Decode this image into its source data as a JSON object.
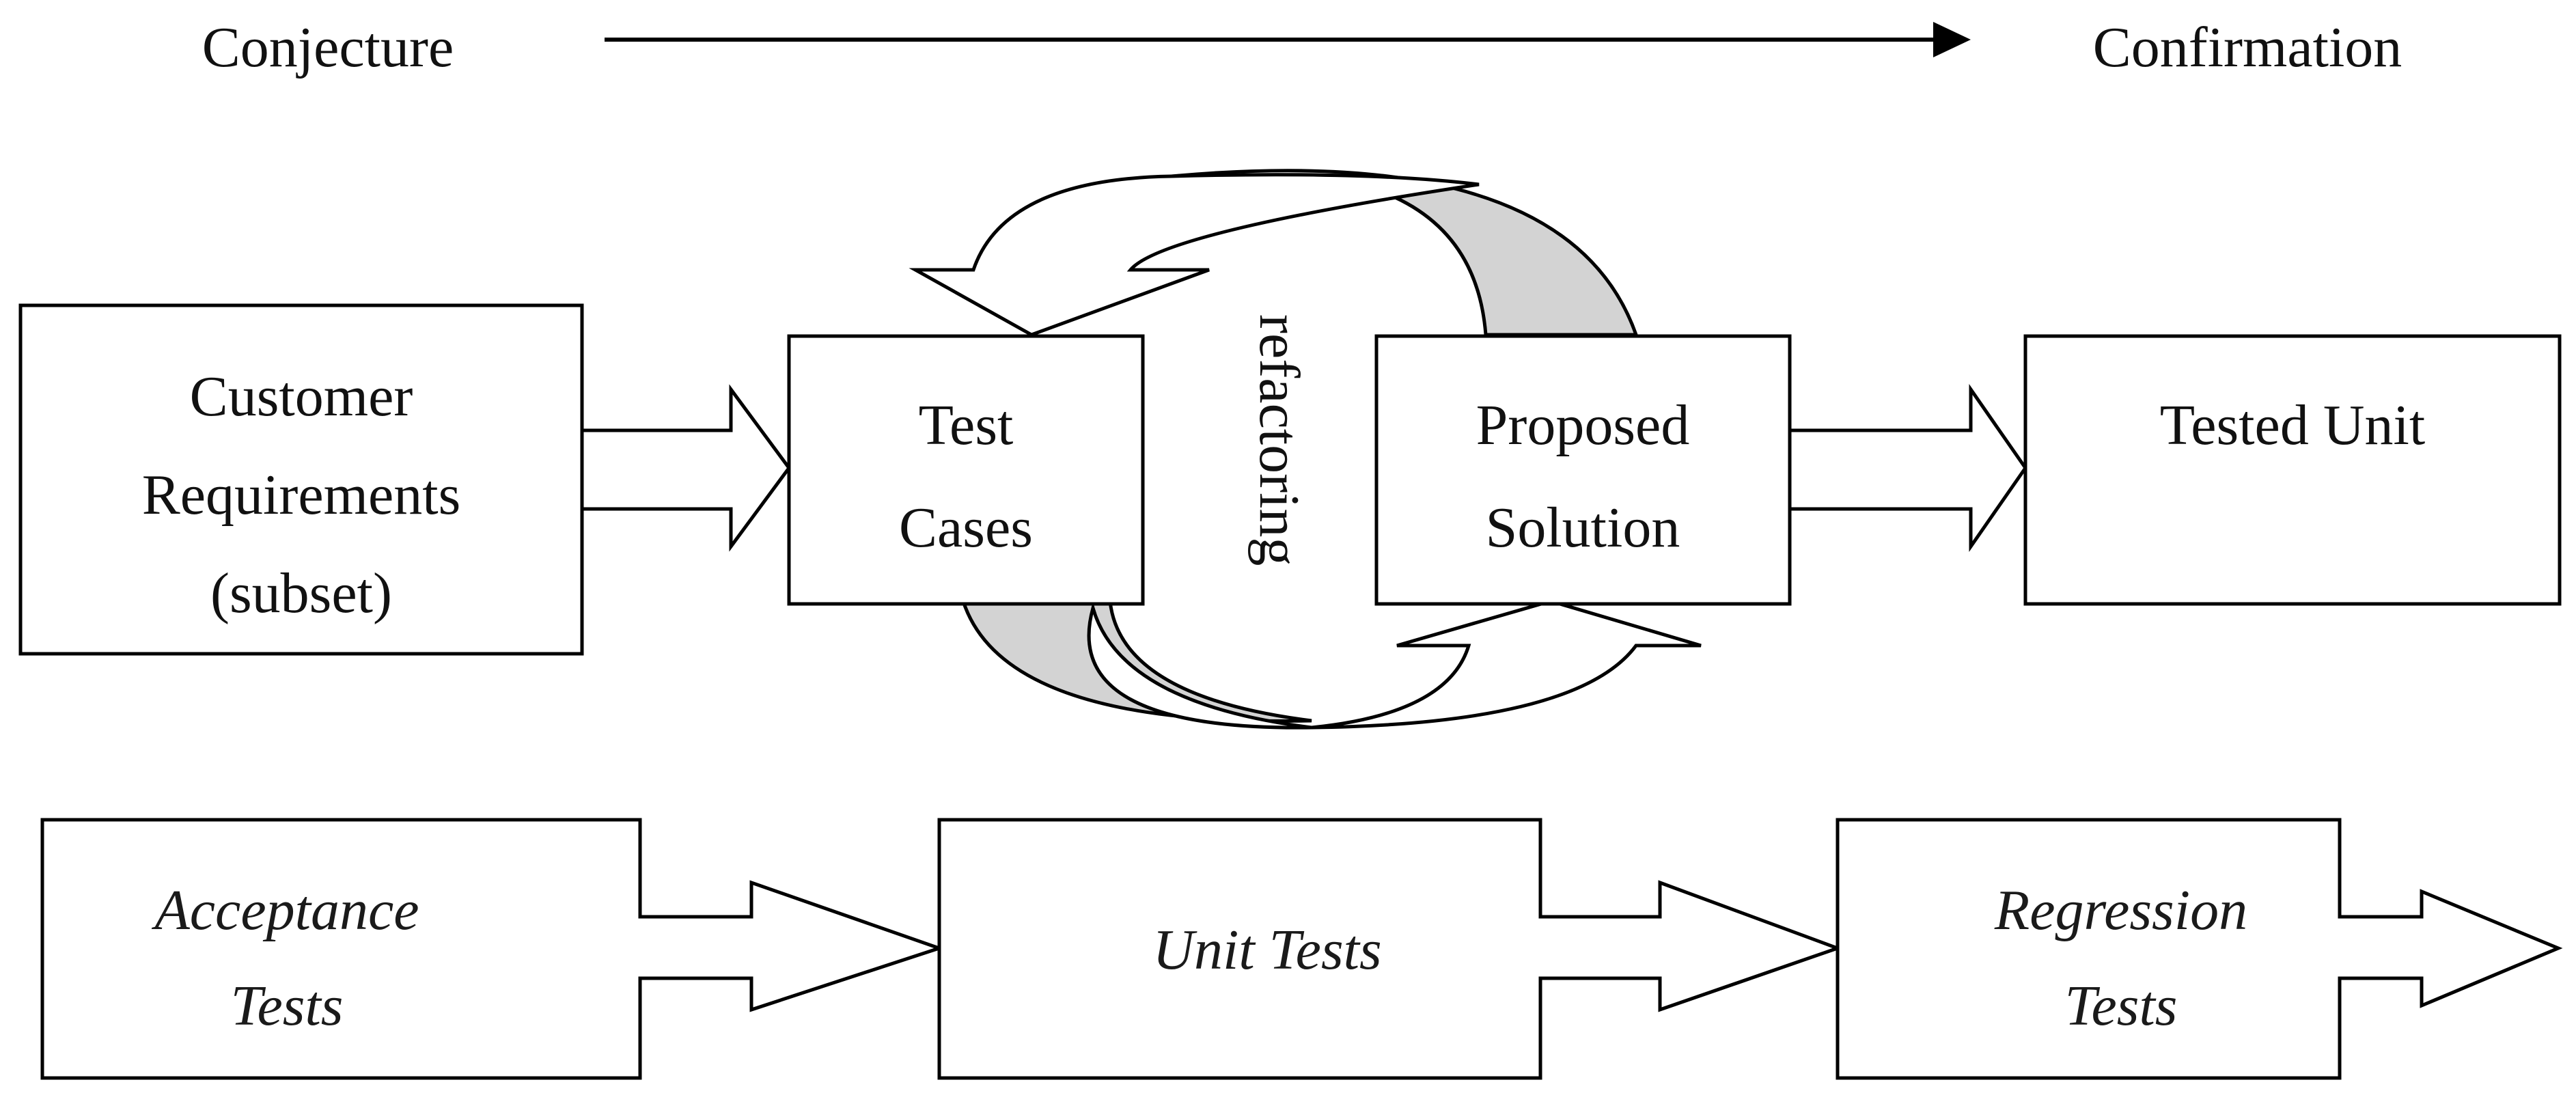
{
  "colors": {
    "stroke": "#000000",
    "fill": "#ffffff",
    "shade": "#d3d3d3",
    "text": "#111111"
  },
  "timeline": {
    "start_label": "Conjecture",
    "end_label": "Confirmation"
  },
  "boxes": {
    "customer_requirements": [
      "Customer",
      "Requirements",
      "(subset)"
    ],
    "test_cases": [
      "Test",
      "Cases"
    ],
    "proposed_solution": [
      "Proposed",
      "Solution"
    ],
    "tested_unit": [
      "Tested Unit"
    ]
  },
  "cycle_label": "refactoring",
  "test_stages": {
    "acceptance": [
      "Acceptance",
      "Tests"
    ],
    "unit": [
      "Unit Tests"
    ],
    "regression": [
      "Regression",
      "Tests"
    ]
  }
}
